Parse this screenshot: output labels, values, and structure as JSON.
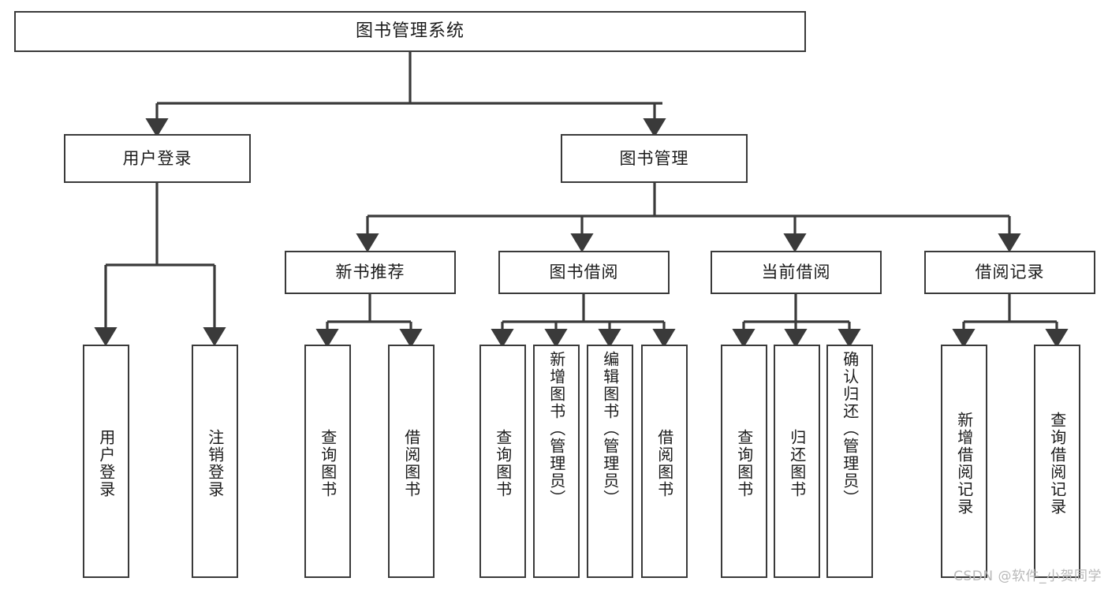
{
  "diagram": {
    "title": "图书管理系统",
    "type": "tree",
    "line_color": "#3a3a3a",
    "box_fill": "#ffffff",
    "text_color": "#1b1b1b"
  },
  "nodes": {
    "root": {
      "label": "图书管理系统"
    },
    "level2": [
      {
        "id": "user-login",
        "label": "用户登录"
      },
      {
        "id": "book-manage",
        "label": "图书管理"
      }
    ],
    "level3": [
      {
        "id": "new-book-recommend",
        "label": "新书推荐"
      },
      {
        "id": "book-borrow",
        "label": "图书借阅"
      },
      {
        "id": "current-borrow",
        "label": "当前借阅"
      },
      {
        "id": "borrow-record",
        "label": "借阅记录"
      }
    ],
    "leaves": [
      {
        "id": "leaf-user-login",
        "label": "用户登录",
        "parent": "user-login"
      },
      {
        "id": "leaf-logout",
        "label": "注销登录",
        "parent": "user-login"
      },
      {
        "id": "leaf-query-book-1",
        "label": "查询图书",
        "parent": "new-book-recommend"
      },
      {
        "id": "leaf-borrow-book-1",
        "label": "借阅图书",
        "parent": "new-book-recommend"
      },
      {
        "id": "leaf-query-book-2",
        "label": "查询图书",
        "parent": "book-borrow"
      },
      {
        "id": "leaf-add-book",
        "label": "新增图书（管理员）",
        "parent": "book-borrow"
      },
      {
        "id": "leaf-edit-book",
        "label": "编辑图书（管理员）",
        "parent": "book-borrow"
      },
      {
        "id": "leaf-borrow-book-2",
        "label": "借阅图书",
        "parent": "book-borrow"
      },
      {
        "id": "leaf-query-book-3",
        "label": "查询图书",
        "parent": "current-borrow"
      },
      {
        "id": "leaf-return-book",
        "label": "归还图书",
        "parent": "current-borrow"
      },
      {
        "id": "leaf-confirm-return",
        "label": "确认归还（管理员）",
        "parent": "current-borrow"
      },
      {
        "id": "leaf-add-record",
        "label": "新增借阅记录",
        "parent": "borrow-record"
      },
      {
        "id": "leaf-query-record",
        "label": "查询借阅记录",
        "parent": "borrow-record"
      }
    ]
  },
  "watermark": {
    "text": "CSDN @软件_小贺同学"
  }
}
